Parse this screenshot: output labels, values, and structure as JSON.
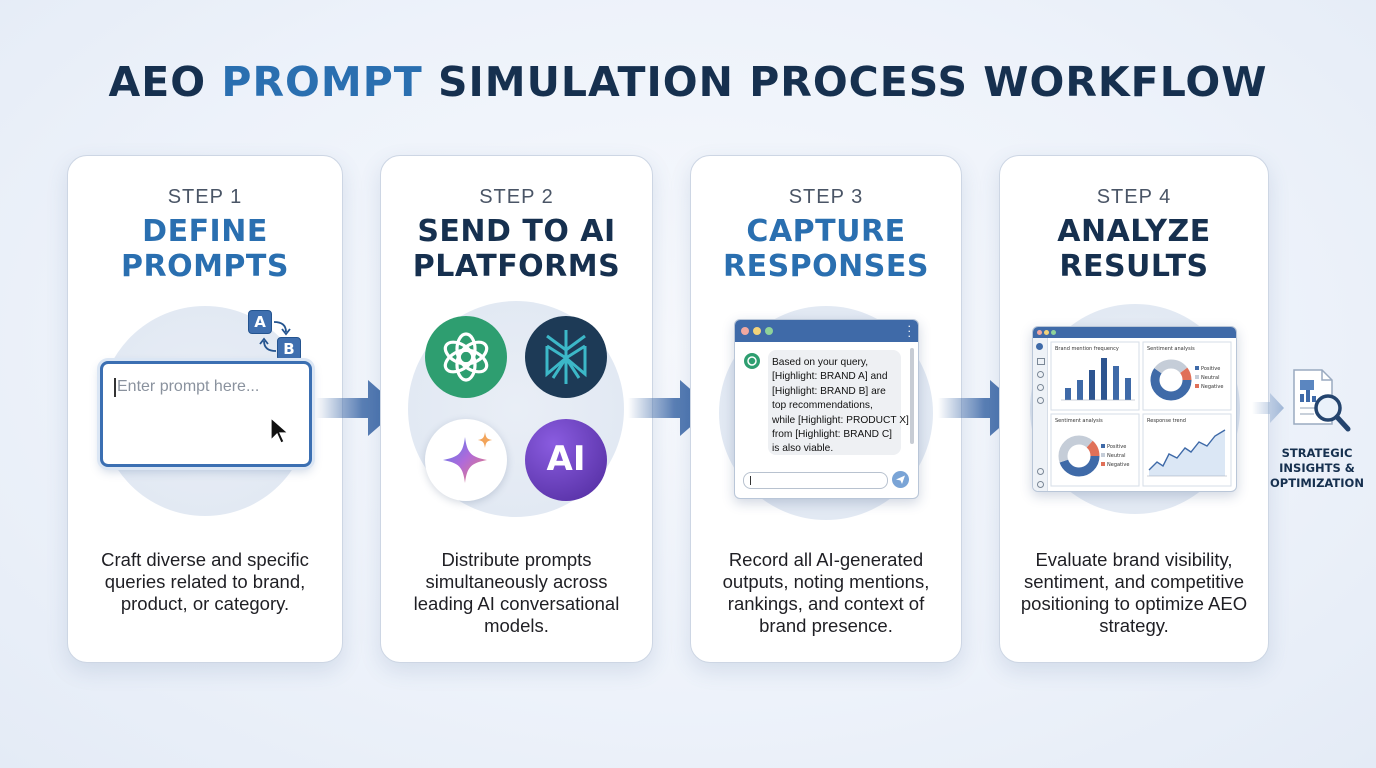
{
  "title": {
    "part1": "AEO ",
    "accent": "PROMPT",
    "part2": " SIMULATION PROCESS WORKFLOW"
  },
  "steps": [
    {
      "label": "STEP 1",
      "heading_line1": "DEFINE",
      "heading_line2": "PROMPTS",
      "description": "Craft diverse and specific queries related to brand, product, or category.",
      "prompt_placeholder": "Enter prompt here...",
      "tile_a": "A",
      "tile_b": "B"
    },
    {
      "label": "STEP 2",
      "heading_line1": "SEND TO AI",
      "heading_line2": "PLATFORMS",
      "description": "Distribute prompts simultaneously across leading AI conversational models.",
      "anthropic_logo_text": "AI",
      "platforms": [
        "chatgpt-icon",
        "perplexity-icon",
        "gemini-icon",
        "anthropic-icon"
      ]
    },
    {
      "label": "STEP 3",
      "heading_line1": "CAPTURE",
      "heading_line2": "RESPONSES",
      "description": "Record all AI-generated outputs, noting mentions, rankings, and context of brand presence.",
      "chat_lines": [
        "Based on your query,",
        "[Highlight: BRAND A] and",
        "[Highlight: BRAND B] are",
        "top recommendations,",
        "while [Highlight: PRODUCT X]",
        "from [Highlight: BRAND C]",
        "is also viable."
      ]
    },
    {
      "label": "STEP 4",
      "heading_line1": "ANALYZE",
      "heading_line2": "RESULTS",
      "description": "Evaluate brand visibility, sentiment, and competitive positioning to optimize AEO strategy.",
      "dashboard": {
        "panel1_title": "Brand mention frequency",
        "panel2_title": "Sentiment analysis",
        "panel3_title": "Sentiment analysis",
        "panel4_title": "Response trend",
        "legend": [
          "Positive",
          "Neutral",
          "Negative"
        ]
      }
    }
  ],
  "final": {
    "label_line1": "STRATEGIC",
    "label_line2": "INSIGHTS &",
    "label_line3": "OPTIMIZATION"
  },
  "colors": {
    "navy": "#16304f",
    "accent_blue": "#2a6fb0",
    "window_bar": "#3f6aa8",
    "arrow": "#3f6aa8"
  }
}
